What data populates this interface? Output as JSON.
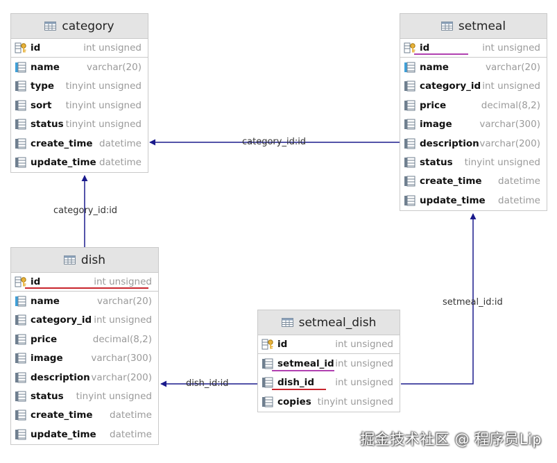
{
  "colors": {
    "link": "#1a1a8c",
    "pk_underline": "#c8242c",
    "fk_underline": "#b040b0"
  },
  "tables": {
    "category": {
      "name": "category",
      "columns": [
        {
          "name": "id",
          "type": "int unsigned"
        },
        {
          "name": "name",
          "type": "varchar(20)"
        },
        {
          "name": "type",
          "type": "tinyint unsigned"
        },
        {
          "name": "sort",
          "type": "tinyint unsigned"
        },
        {
          "name": "status",
          "type": "tinyint unsigned"
        },
        {
          "name": "create_time",
          "type": "datetime"
        },
        {
          "name": "update_time",
          "type": "datetime"
        }
      ]
    },
    "setmeal": {
      "name": "setmeal",
      "columns": [
        {
          "name": "id",
          "type": "int unsigned"
        },
        {
          "name": "name",
          "type": "varchar(20)"
        },
        {
          "name": "category_id",
          "type": "int unsigned"
        },
        {
          "name": "price",
          "type": "decimal(8,2)"
        },
        {
          "name": "image",
          "type": "varchar(300)"
        },
        {
          "name": "description",
          "type": "varchar(200)"
        },
        {
          "name": "status",
          "type": "tinyint unsigned"
        },
        {
          "name": "create_time",
          "type": "datetime"
        },
        {
          "name": "update_time",
          "type": "datetime"
        }
      ]
    },
    "dish": {
      "name": "dish",
      "columns": [
        {
          "name": "id",
          "type": "int unsigned"
        },
        {
          "name": "name",
          "type": "varchar(20)"
        },
        {
          "name": "category_id",
          "type": "int unsigned"
        },
        {
          "name": "price",
          "type": "decimal(8,2)"
        },
        {
          "name": "image",
          "type": "varchar(300)"
        },
        {
          "name": "description",
          "type": "varchar(200)"
        },
        {
          "name": "status",
          "type": "tinyint unsigned"
        },
        {
          "name": "create_time",
          "type": "datetime"
        },
        {
          "name": "update_time",
          "type": "datetime"
        }
      ]
    },
    "setmeal_dish": {
      "name": "setmeal_dish",
      "columns": [
        {
          "name": "id",
          "type": "int unsigned"
        },
        {
          "name": "setmeal_id",
          "type": "int unsigned"
        },
        {
          "name": "dish_id",
          "type": "int unsigned"
        },
        {
          "name": "copies",
          "type": "tinyint unsigned"
        }
      ]
    }
  },
  "relations": {
    "setmeal_category": "category_id:id",
    "dish_category": "category_id:id",
    "setmeal_dish_setmeal": "setmeal_id:id",
    "setmeal_dish_dish": "dish_id:id"
  },
  "watermark": "掘金技术社区 @ 程序员Lip"
}
